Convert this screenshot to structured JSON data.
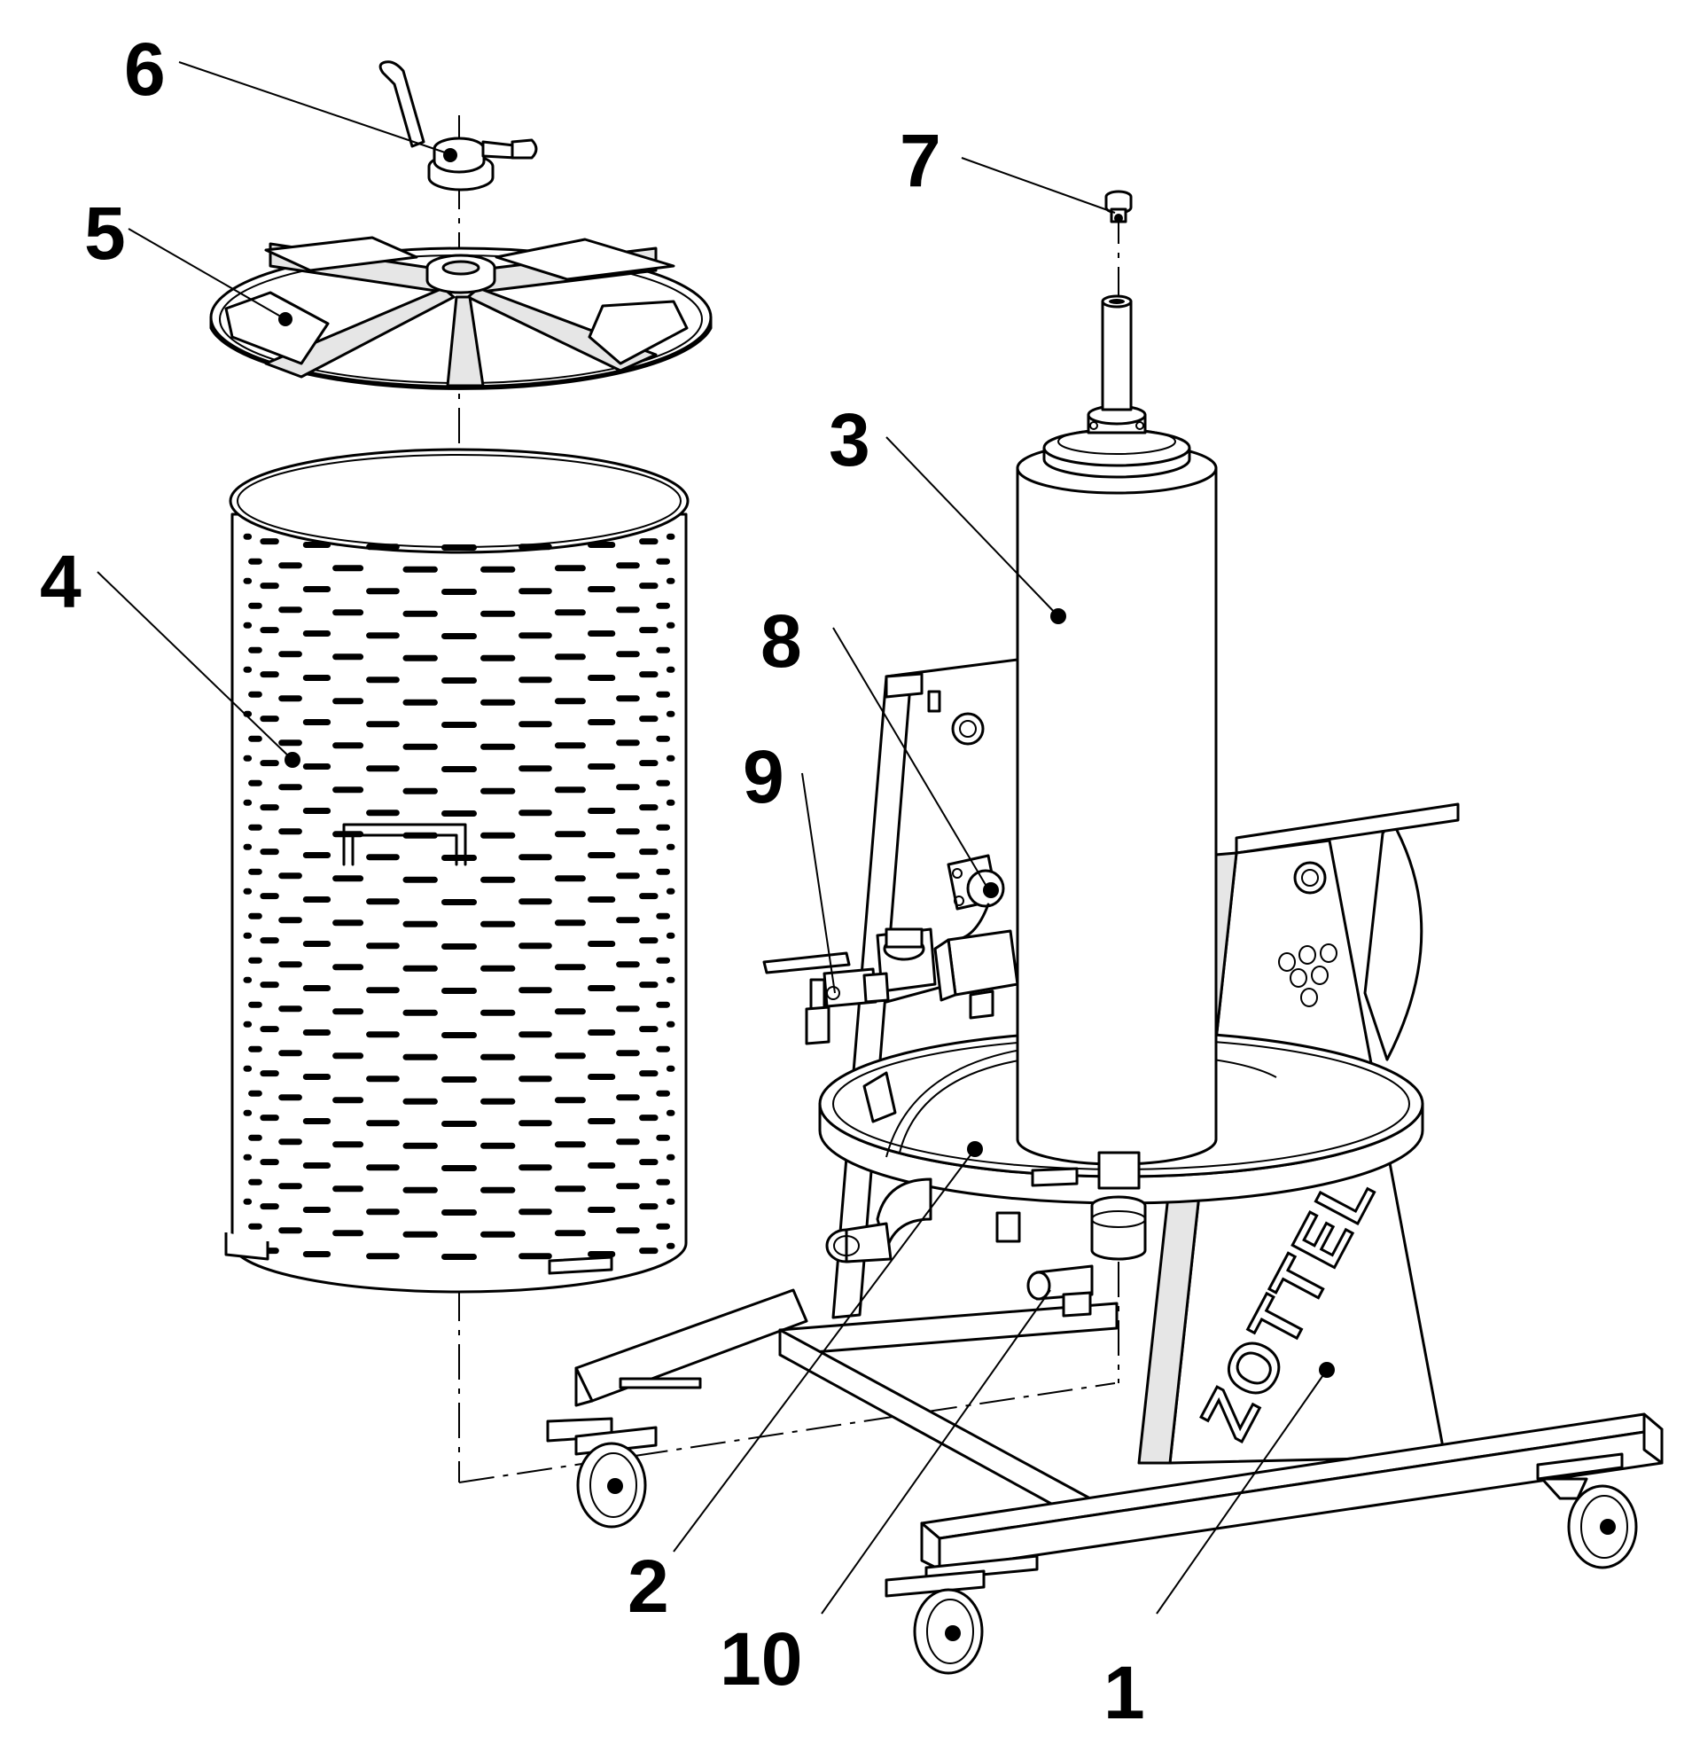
{
  "brand": {
    "text": "ZOTTEL"
  },
  "callouts": [
    {
      "id": "1",
      "label": "1"
    },
    {
      "id": "2",
      "label": "2"
    },
    {
      "id": "3",
      "label": "3"
    },
    {
      "id": "4",
      "label": "4"
    },
    {
      "id": "5",
      "label": "5"
    },
    {
      "id": "6",
      "label": "6"
    },
    {
      "id": "7",
      "label": "7"
    },
    {
      "id": "8",
      "label": "8"
    },
    {
      "id": "9",
      "label": "9"
    },
    {
      "id": "10",
      "label": "10"
    }
  ],
  "colors": {
    "line": "#000000",
    "background": "#ffffff",
    "shade": "#e6e6e6"
  }
}
